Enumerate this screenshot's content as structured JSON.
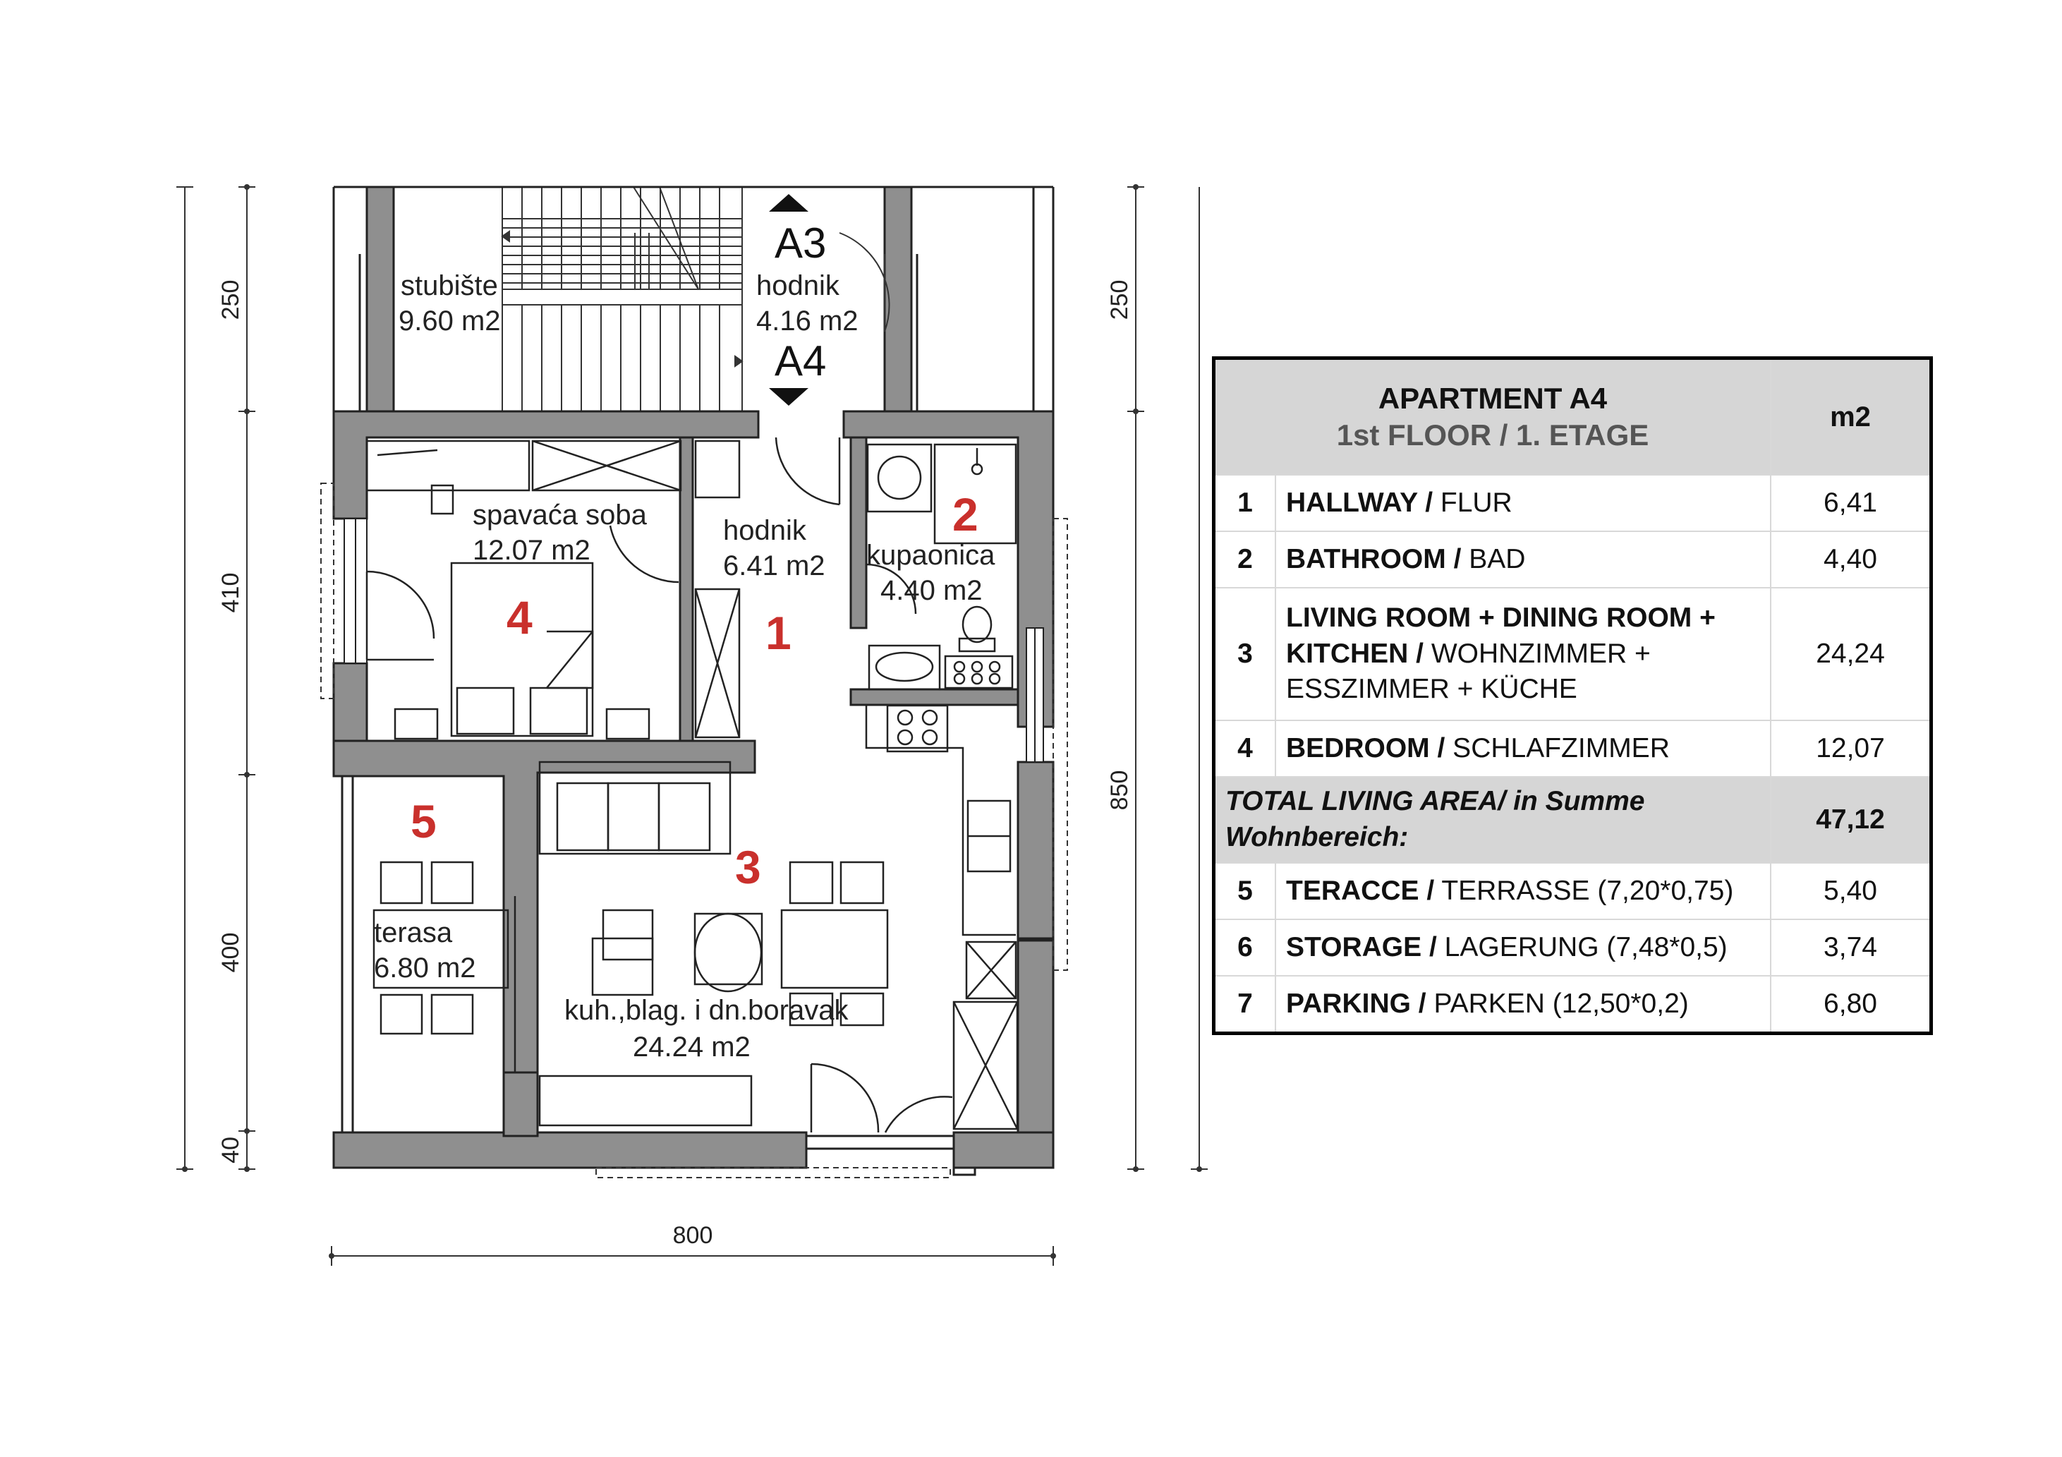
{
  "dimensions": {
    "left": [
      "250",
      "410",
      "400",
      "40"
    ],
    "right": [
      "250",
      "850"
    ],
    "bottom": "800"
  },
  "rooms": {
    "stairs": {
      "name": "stubište",
      "area": "9.60 m2"
    },
    "corridor_top": {
      "name": "hodnik",
      "area": "4.16 m2"
    },
    "bedroom": {
      "name": "spavaća soba",
      "area": "12.07 m2"
    },
    "hallway": {
      "name": "hodnik",
      "area": "6.41 m2"
    },
    "bathroom": {
      "name": "kupaonica",
      "area": "4.40 m2"
    },
    "terrace": {
      "name": "terasa",
      "area": "6.80 m2"
    },
    "living": {
      "name": "kuh.,blag. i dn.boravak",
      "area": "24.24 m2"
    }
  },
  "markers": {
    "n1": "1",
    "n2": "2",
    "n3": "3",
    "n4": "4",
    "n5": "5"
  },
  "unit_labels": {
    "a3": "A3",
    "a4": "A4"
  },
  "legend": {
    "title": "APARTMENT A4",
    "subtitle": "1st FLOOR / 1. ETAGE",
    "unit_header": "m2",
    "rows": [
      {
        "num": "1",
        "bold": "HALLWAY /",
        "rest": " FLUR",
        "value": "6,41"
      },
      {
        "num": "2",
        "bold": "BATHROOM /",
        "rest": " BAD",
        "value": "4,40"
      },
      {
        "num": "3",
        "bold": "LIVING ROOM + DINING ROOM + KITCHEN /",
        "rest": " WOHNZIMMER + ESSZIMMER + KÜCHE",
        "value": "24,24"
      },
      {
        "num": "4",
        "bold": "BEDROOM /",
        "rest": " SCHLAFZIMMER",
        "value": "12,07"
      }
    ],
    "total_label": "TOTAL LIVING AREA/ in Summe Wohnbereich:",
    "total_value": "47,12",
    "extra_rows": [
      {
        "num": "5",
        "bold": "TERACCE /",
        "rest": " TERRASSE (7,20*0,75)",
        "value": "5,40"
      },
      {
        "num": "6",
        "bold": "STORAGE /",
        "rest": " LAGERUNG (7,48*0,5)",
        "value": "3,74"
      },
      {
        "num": "7",
        "bold": "PARKING /",
        "rest": " PARKEN (12,50*0,2)",
        "value": "6,80"
      }
    ]
  }
}
